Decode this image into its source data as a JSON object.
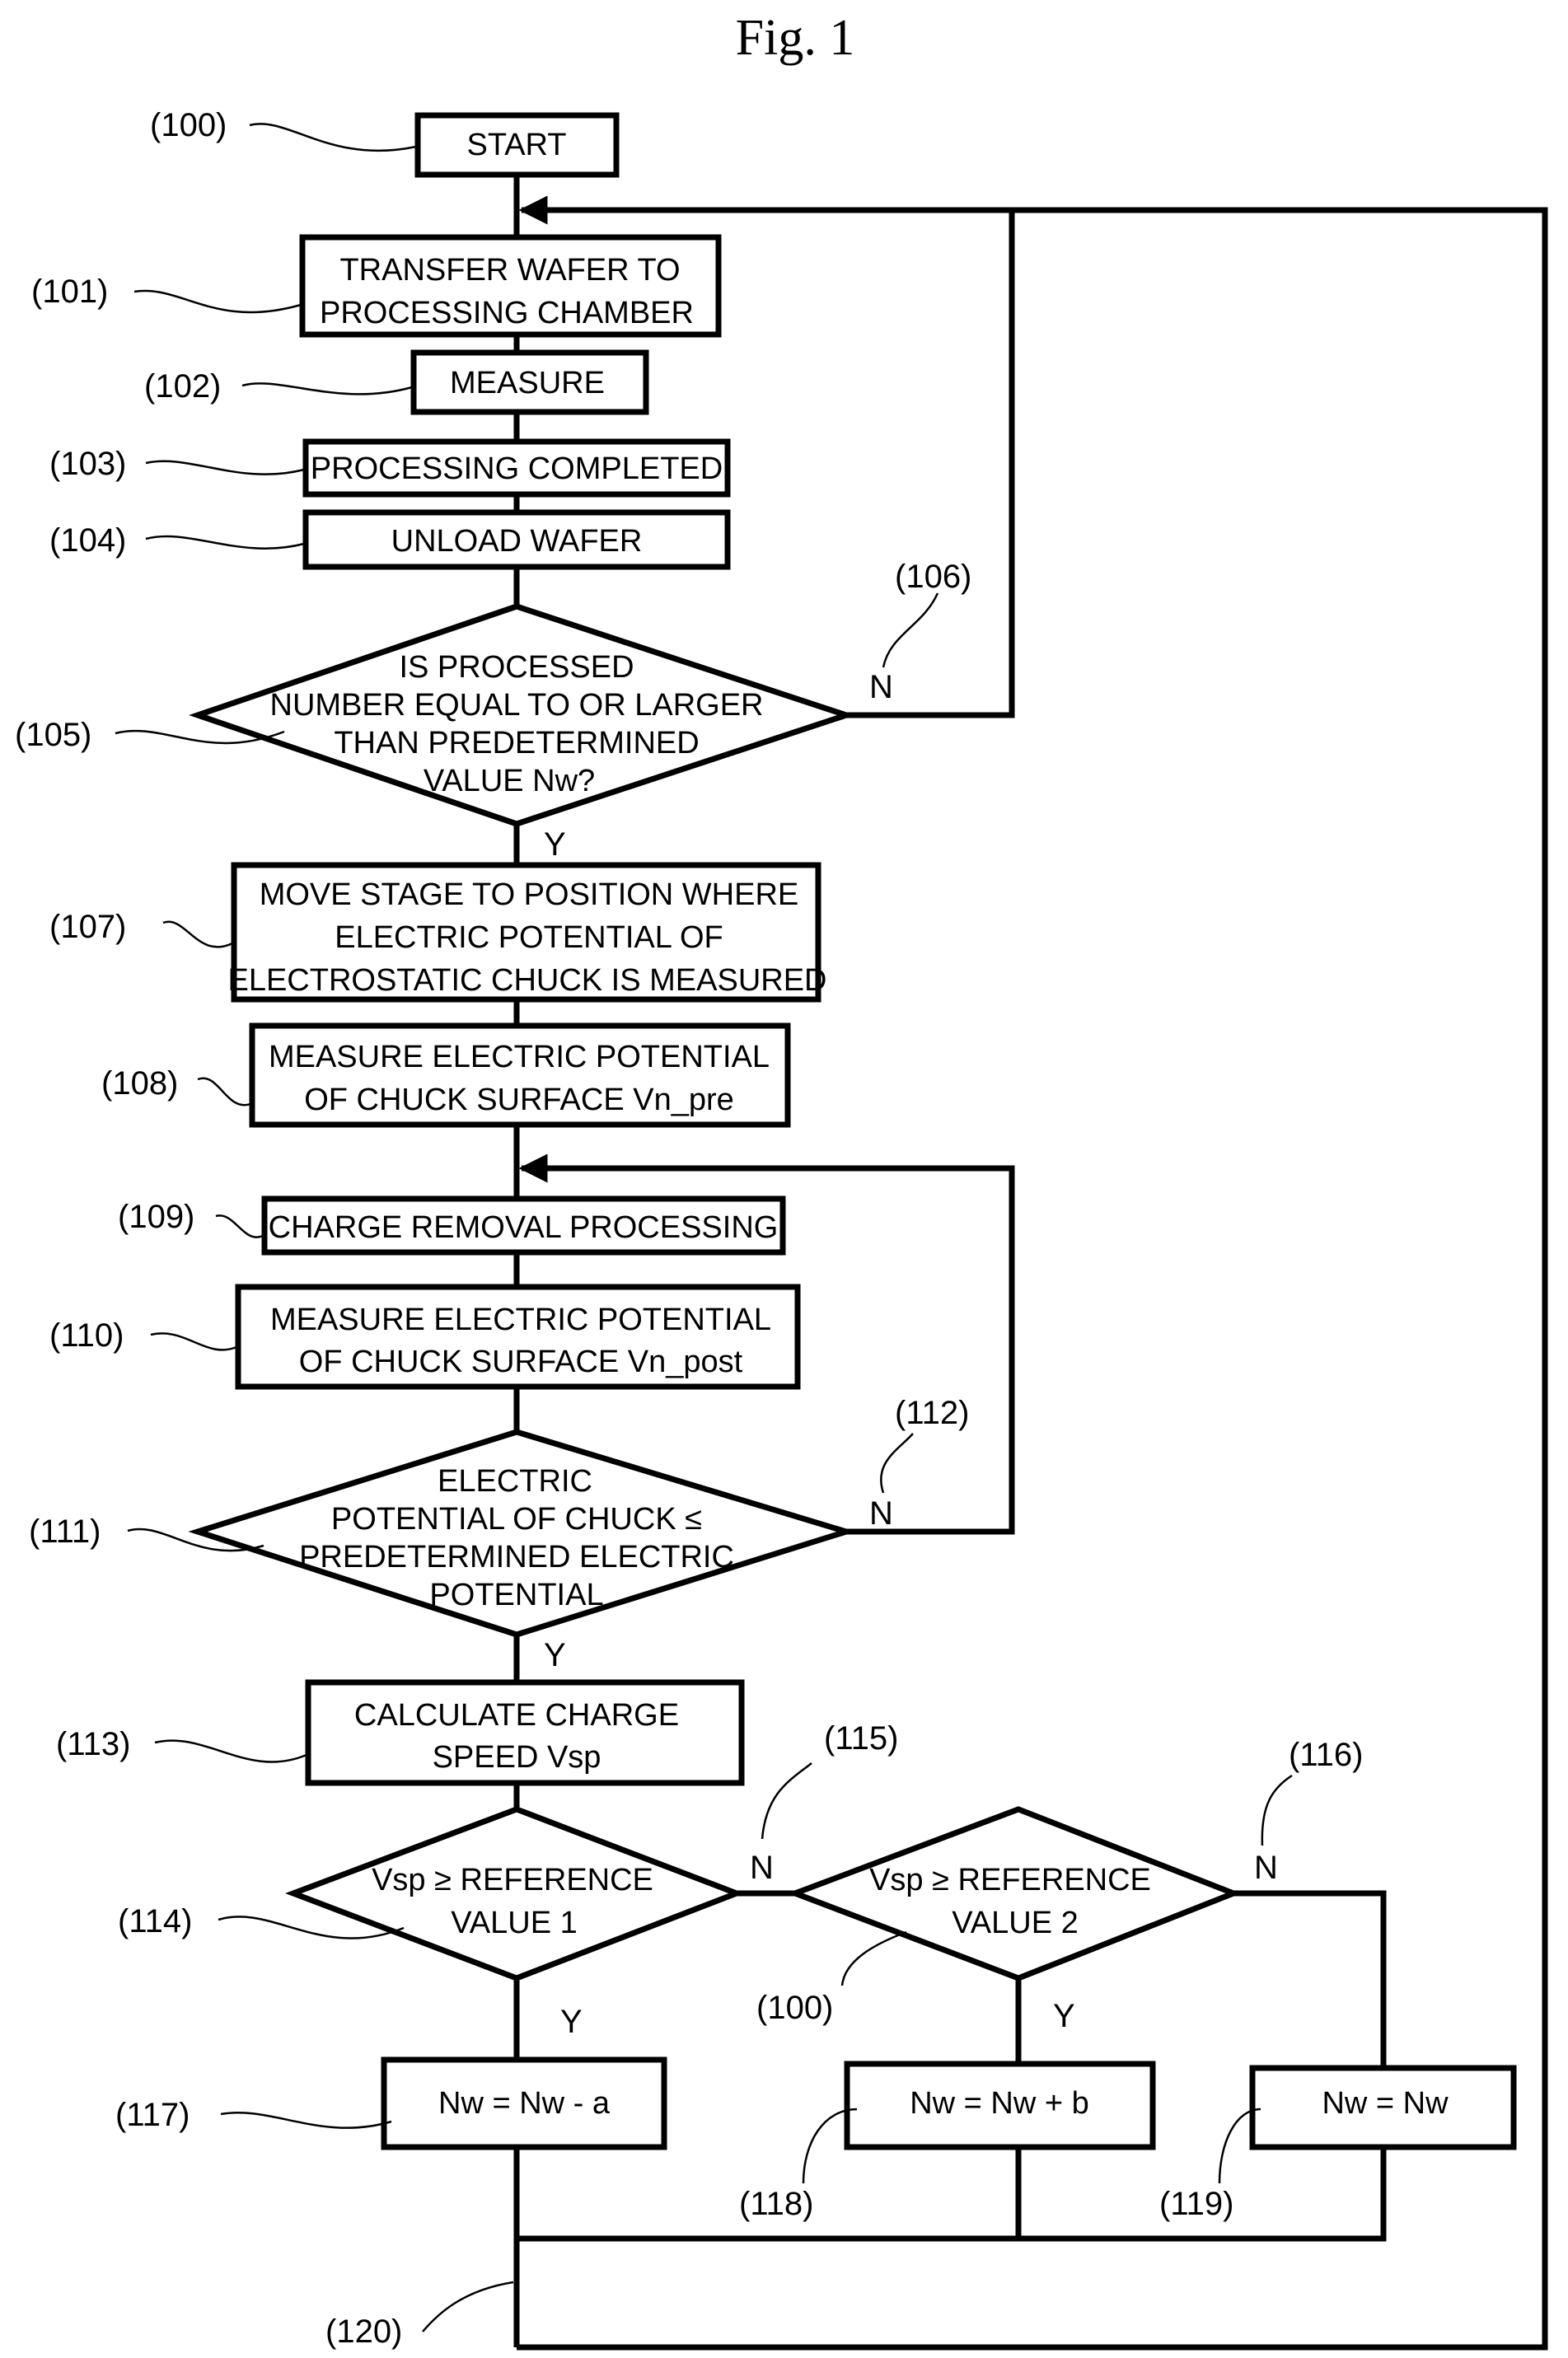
{
  "figure": {
    "title": "Fig. 1",
    "nodes": [
      {
        "id": "n100",
        "ref": "(100)",
        "lines": [
          "START"
        ]
      },
      {
        "id": "n101",
        "ref": "(101)",
        "lines": [
          "TRANSFER WAFER TO",
          "PROCESSING CHAMBER"
        ]
      },
      {
        "id": "n102",
        "ref": "(102)",
        "lines": [
          "MEASURE"
        ]
      },
      {
        "id": "n103",
        "ref": "(103)",
        "lines": [
          "PROCESSING COMPLETED"
        ]
      },
      {
        "id": "n104",
        "ref": "(104)",
        "lines": [
          "UNLOAD WAFER"
        ]
      },
      {
        "id": "n105",
        "ref": "(105)",
        "lines": [
          "IS PROCESSED",
          "NUMBER EQUAL TO OR LARGER",
          "THAN PREDETERMINED",
          "VALUE Nw?"
        ]
      },
      {
        "id": "n107",
        "ref": "(107)",
        "lines": [
          "MOVE STAGE TO POSITION WHERE",
          "ELECTRIC POTENTIAL OF",
          "ELECTROSTATIC CHUCK IS MEASURED"
        ]
      },
      {
        "id": "n108",
        "ref": "(108)",
        "lines": [
          "MEASURE ELECTRIC POTENTIAL",
          "OF CHUCK SURFACE Vn_pre"
        ]
      },
      {
        "id": "n109",
        "ref": "(109)",
        "lines": [
          "CHARGE REMOVAL PROCESSING"
        ]
      },
      {
        "id": "n110",
        "ref": "(110)",
        "lines": [
          "MEASURE ELECTRIC POTENTIAL",
          "OF CHUCK SURFACE Vn_post"
        ]
      },
      {
        "id": "n111",
        "ref": "(111)",
        "lines": [
          "ELECTRIC",
          "POTENTIAL OF CHUCK ≤",
          "PREDETERMINED ELECTRIC",
          "POTENTIAL"
        ]
      },
      {
        "id": "n113",
        "ref": "(113)",
        "lines": [
          "CALCULATE CHARGE",
          "SPEED Vsp"
        ]
      },
      {
        "id": "n114",
        "ref": "(114)",
        "lines": [
          "Vsp ≥ REFERENCE",
          "VALUE 1"
        ]
      },
      {
        "id": "n100b",
        "ref": "(100)",
        "lines": [
          "Vsp ≥ REFERENCE",
          "VALUE 2"
        ]
      },
      {
        "id": "n117",
        "ref": "(117)",
        "lines": [
          "Nw = Nw - a"
        ]
      },
      {
        "id": "n118",
        "ref": "(118)",
        "lines": [
          "Nw = Nw + b"
        ]
      },
      {
        "id": "n119",
        "ref": "(119)",
        "lines": [
          "Nw = Nw"
        ]
      }
    ],
    "branches": [
      {
        "id": "b106",
        "ref": "(106)",
        "label": "N"
      },
      {
        "id": "b105y",
        "label": "Y"
      },
      {
        "id": "b112",
        "ref": "(112)",
        "label": "N"
      },
      {
        "id": "b111y",
        "label": "Y"
      },
      {
        "id": "b115",
        "ref": "(115)",
        "label": "N"
      },
      {
        "id": "b116",
        "ref": "(116)",
        "label": "N"
      },
      {
        "id": "b114y",
        "label": "Y"
      },
      {
        "id": "b100y",
        "label": "Y"
      }
    ],
    "refs": {
      "merge": "(120)"
    }
  }
}
